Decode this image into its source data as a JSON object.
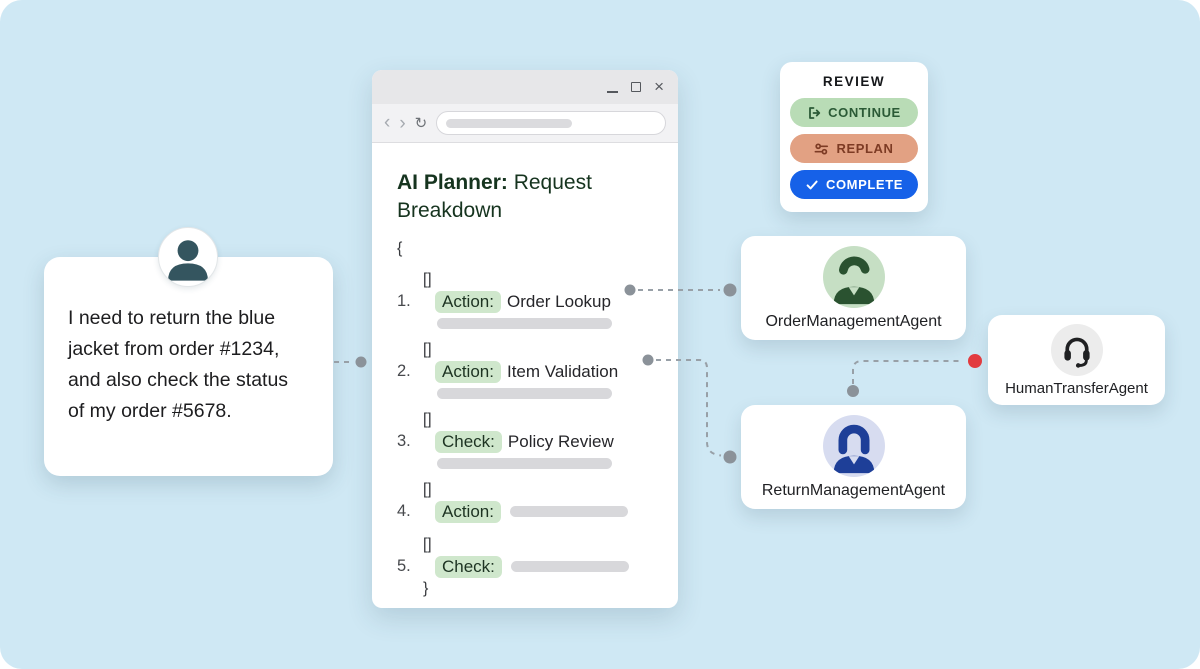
{
  "colors": {
    "page_bg": "#cfe8f4",
    "connector": "#98a0a7",
    "connector_dot": "#8b9299",
    "red_dot": "#e23b3f",
    "title_green": "#16341f",
    "chip_bg": "#cfe7cc",
    "chip_text": "#1d3322",
    "bar_gray": "#d8d8db"
  },
  "user_message": {
    "avatar_icon": "person-icon",
    "avatar_color": "#34555f",
    "text": "I need to return the blue jacket from order #1234, and also check the status of my order #5678."
  },
  "browser": {
    "window_controls": {
      "minimize": "minimize",
      "maximize": "maximize",
      "close": "×"
    },
    "nav": {
      "back": "‹",
      "forward": "›",
      "reload": "↻"
    },
    "title_bold": "AI Planner:",
    "title_rest": " Request Breakdown",
    "code": {
      "open_brace": "{",
      "close_brace": "}",
      "bracket": "[]",
      "items": [
        {
          "num": "1.",
          "label": "Action:",
          "text": "Order Lookup"
        },
        {
          "num": "2.",
          "label": "Action:",
          "text": "Item Validation"
        },
        {
          "num": "3.",
          "label": "Check:",
          "text": "Policy Review"
        },
        {
          "num": "4.",
          "label": "Action:",
          "text": ""
        },
        {
          "num": "5.",
          "label": "Check:",
          "text": ""
        }
      ]
    }
  },
  "review_panel": {
    "title": "REVIEW",
    "buttons": [
      {
        "label": "CONTINUE",
        "icon": "continue-arrow-icon",
        "bg": "#b9dcb6",
        "fg": "#2b5a36"
      },
      {
        "label": "REPLAN",
        "icon": "sliders-icon",
        "bg": "#e2a183",
        "fg": "#7d3b24"
      },
      {
        "label": "COMPLETE",
        "icon": "check-icon",
        "bg": "#1661e8",
        "fg": "#ffffff"
      }
    ]
  },
  "agents": [
    {
      "name": "OrderManagementAgent",
      "avatar_icon": "male-person-icon",
      "avatar_bg": "#c6dfc4",
      "avatar_fg": "#2a5230"
    },
    {
      "name": "ReturnManagementAgent",
      "avatar_icon": "female-person-icon",
      "avatar_bg": "#d7dcf0",
      "avatar_fg": "#1e3f98"
    },
    {
      "name": "HumanTransferAgent",
      "avatar_icon": "headset-icon",
      "avatar_bg": "#ececec",
      "avatar_fg": "#1f2022"
    }
  ]
}
